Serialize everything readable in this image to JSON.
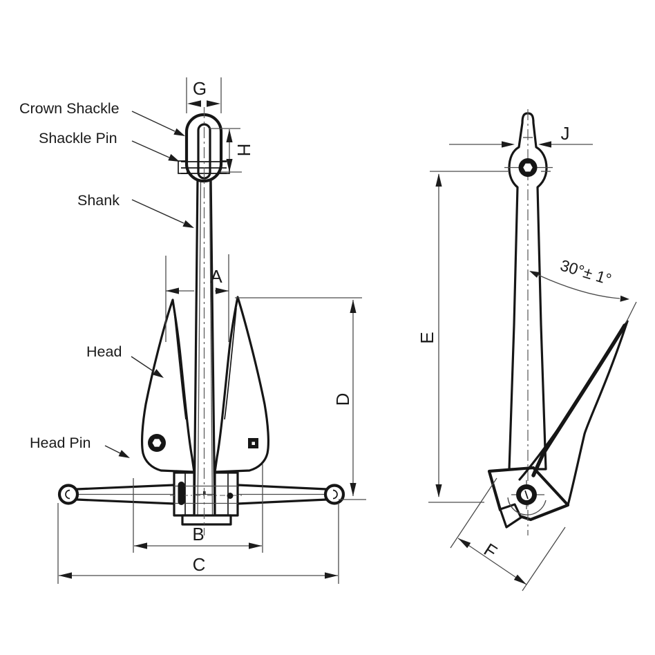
{
  "diagram": {
    "type": "technical-drawing",
    "subject": "anchor dimensional diagram, front view and side view",
    "colors": {
      "background": "#ffffff",
      "ink": "#161616",
      "thin_line": "#4a4a4a"
    },
    "part_labels": {
      "crown_shackle": "Crown Shackle",
      "shackle_pin": "Shackle Pin",
      "shank": "Shank",
      "head": "Head",
      "head_pin": "Head Pin"
    },
    "dims": {
      "a": "A",
      "b": "B",
      "c": "C",
      "d": "D",
      "e": "E",
      "f": "F",
      "g": "G",
      "h": "H",
      "j": "J"
    },
    "angle": "30°± 1°"
  }
}
